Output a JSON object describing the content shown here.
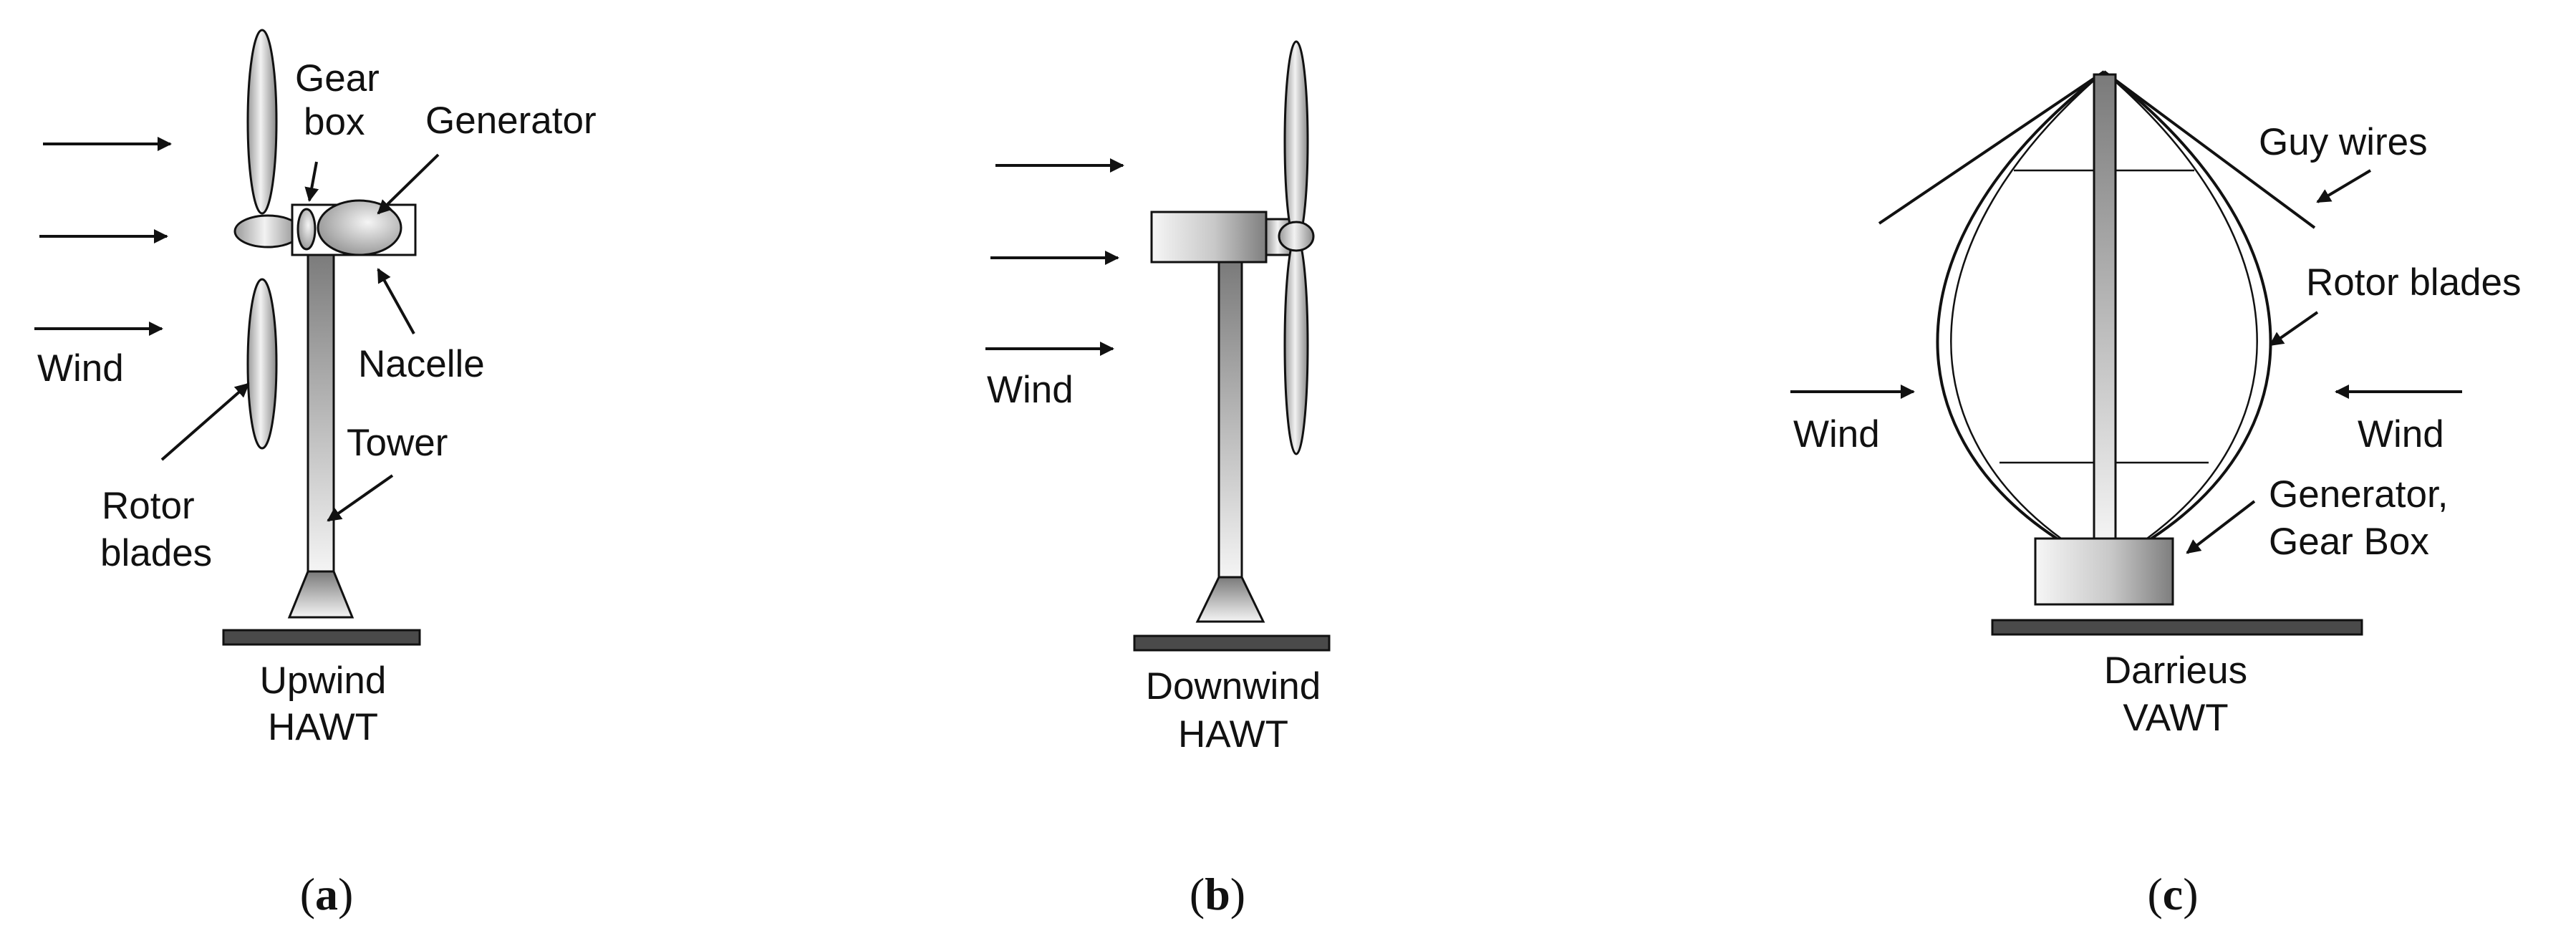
{
  "panels": [
    {
      "id": "a",
      "caption_letter": "a",
      "title_line1": "Upwind",
      "title_line2": "HAWT",
      "labels": {
        "wind": "Wind",
        "gear_box_line1": "Gear",
        "gear_box_line2": "box",
        "generator": "Generator",
        "nacelle": "Nacelle",
        "tower": "Tower",
        "rotor_blades_line1": "Rotor",
        "rotor_blades_line2": "blades"
      }
    },
    {
      "id": "b",
      "caption_letter": "b",
      "title_line1": "Downwind",
      "title_line2": "HAWT",
      "labels": {
        "wind": "Wind"
      }
    },
    {
      "id": "c",
      "caption_letter": "c",
      "title_line1": "Darrieus",
      "title_line2": "VAWT",
      "labels": {
        "guy_wires": "Guy wires",
        "rotor_blades": "Rotor blades",
        "wind_left": "Wind",
        "wind_right": "Wind",
        "generator_line1": "Generator,",
        "generator_line2": "Gear Box"
      }
    }
  ],
  "colors": {
    "ink": "#111111",
    "base": "#4a4a4a",
    "metal_light": "#f4f4f4",
    "metal_dark": "#8c8c8c"
  }
}
